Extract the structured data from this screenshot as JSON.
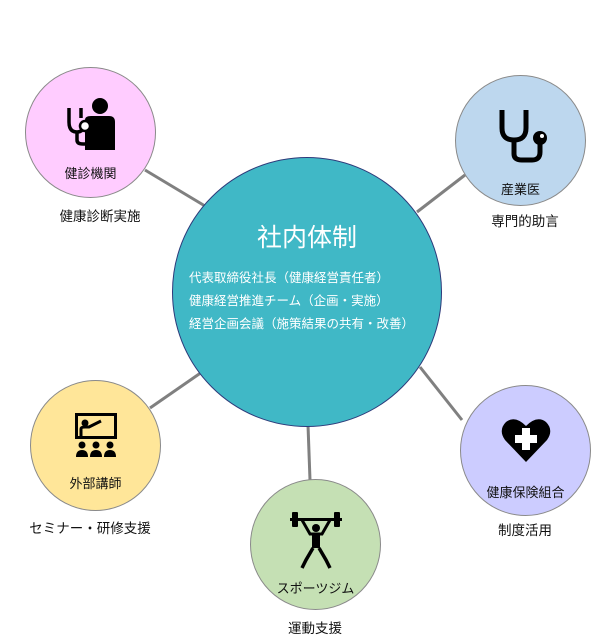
{
  "center": {
    "title": "社内体制",
    "items": [
      "代表取締役社長（健康経営責任者）",
      "健康経営推進チーム（企画・実施）",
      "経営企画会議（施策結果の共有・改善）"
    ],
    "color": "#40B8C6"
  },
  "nodes": [
    {
      "label": "健診機関",
      "caption": "健康診断実施",
      "icon": "doctor-stethoscope-icon",
      "color": "#FFCCFF"
    },
    {
      "label": "産業医",
      "caption": "専門的助言",
      "icon": "stethoscope-icon",
      "color": "#BDD7EE"
    },
    {
      "label": "外部講師",
      "caption": "セミナー・研修支援",
      "icon": "lecturer-icon",
      "color": "#FFE699"
    },
    {
      "label": "スポーツジム",
      "caption": "運動支援",
      "icon": "weightlifter-icon",
      "color": "#C5E0B4"
    },
    {
      "label": "健康保険組合",
      "caption": "制度活用",
      "icon": "heart-cross-icon",
      "color": "#CCCCFF"
    }
  ]
}
